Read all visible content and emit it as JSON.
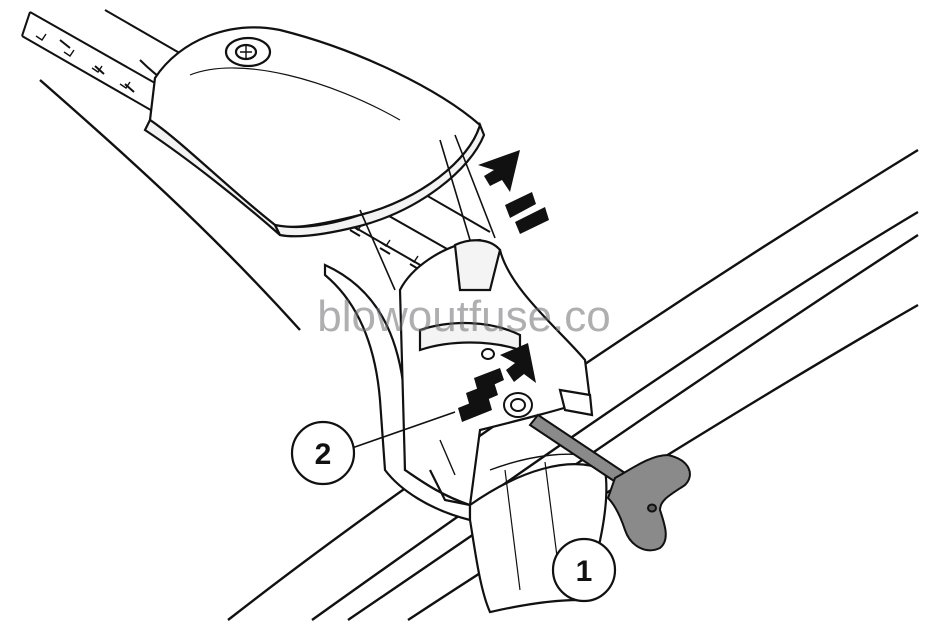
{
  "diagram": {
    "callouts": [
      {
        "id": "1",
        "label": "1"
      },
      {
        "id": "2",
        "label": "2"
      }
    ],
    "watermark": "blowoutfuse.co",
    "colors": {
      "line": "#111111",
      "background": "#ffffff",
      "tool": "#8a8a8a",
      "watermark": "#6e6e73"
    },
    "icons": [
      "rail-line",
      "roof-rack-foot",
      "rack-cover",
      "crossbar",
      "lift-arrow",
      "push-arrow",
      "hex-key-tool",
      "tightening-bolt"
    ]
  }
}
